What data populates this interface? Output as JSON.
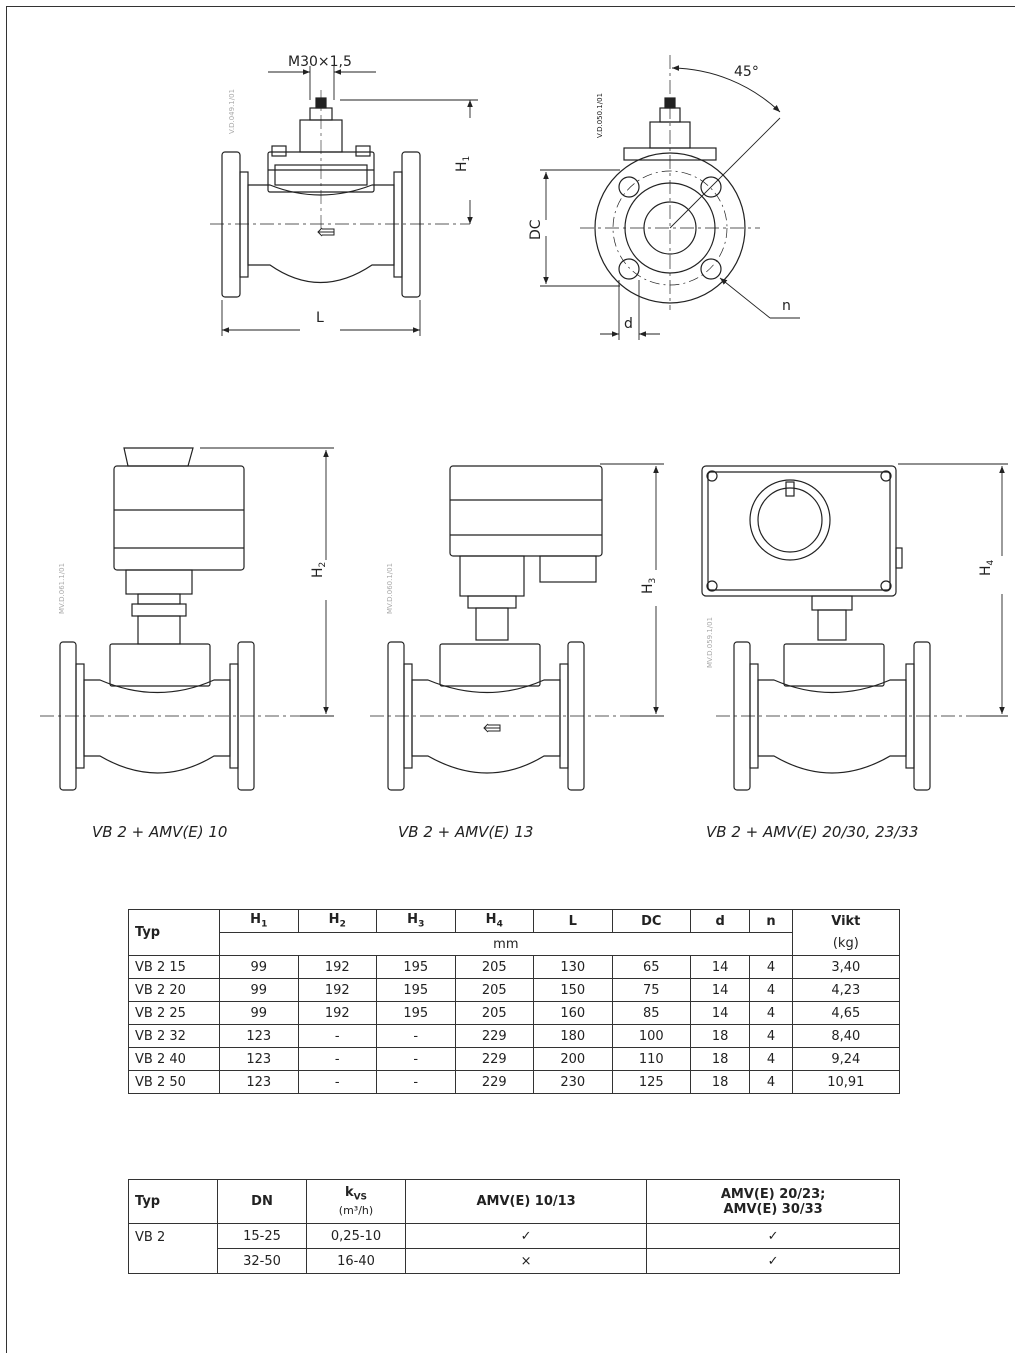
{
  "drawing": {
    "labels": {
      "m30": "M30×1,5",
      "h1": "H",
      "h1_sub": "1",
      "l": "L",
      "angle": "45°",
      "dc": "DC",
      "n": "n",
      "d": "d",
      "h2": "H",
      "h2_sub": "2",
      "h3": "H",
      "h3_sub": "3",
      "h4": "H",
      "h4_sub": "4"
    },
    "codes": {
      "front": "V.D.049.1/01",
      "side": "V.D.050.1/01",
      "amv10": "MV.D.061.1/01",
      "amv13": "MV.D.060.1/01",
      "amv20": "MV.D.059.1/01"
    },
    "captions": {
      "amv10": "VB 2 + AMV(E) 10",
      "amv13": "VB 2 + AMV(E) 13",
      "amv20": "VB 2 + AMV(E) 20/30, 23/33"
    }
  },
  "dimensions_table": {
    "typ_header": "Typ",
    "columns": [
      {
        "main": "H",
        "sub": "1"
      },
      {
        "main": "H",
        "sub": "2"
      },
      {
        "main": "H",
        "sub": "3"
      },
      {
        "main": "H",
        "sub": "4"
      },
      {
        "main": "L",
        "sub": ""
      },
      {
        "main": "DC",
        "sub": ""
      },
      {
        "main": "d",
        "sub": ""
      },
      {
        "main": "n",
        "sub": ""
      }
    ],
    "unit_mm": "mm",
    "weight_header": "Vikt",
    "weight_unit": "(kg)",
    "rows": [
      {
        "typ": "VB 2 15",
        "h1": "99",
        "h2": "192",
        "h3": "195",
        "h4": "205",
        "l": "130",
        "dc": "65",
        "d": "14",
        "n": "4",
        "vikt": "3,40"
      },
      {
        "typ": "VB 2 20",
        "h1": "99",
        "h2": "192",
        "h3": "195",
        "h4": "205",
        "l": "150",
        "dc": "75",
        "d": "14",
        "n": "4",
        "vikt": "4,23"
      },
      {
        "typ": "VB 2 25",
        "h1": "99",
        "h2": "192",
        "h3": "195",
        "h4": "205",
        "l": "160",
        "dc": "85",
        "d": "14",
        "n": "4",
        "vikt": "4,65"
      },
      {
        "typ": "VB 2 32",
        "h1": "123",
        "h2": "-",
        "h3": "-",
        "h4": "229",
        "l": "180",
        "dc": "100",
        "d": "18",
        "n": "4",
        "vikt": "8,40"
      },
      {
        "typ": "VB 2 40",
        "h1": "123",
        "h2": "-",
        "h3": "-",
        "h4": "229",
        "l": "200",
        "dc": "110",
        "d": "18",
        "n": "4",
        "vikt": "9,24"
      },
      {
        "typ": "VB 2 50",
        "h1": "123",
        "h2": "-",
        "h3": "-",
        "h4": "229",
        "l": "230",
        "dc": "125",
        "d": "18",
        "n": "4",
        "vikt": "10,91"
      }
    ]
  },
  "compat_table": {
    "typ_header": "Typ",
    "dn_header": "DN",
    "kvs_main": "k",
    "kvs_sub": "VS",
    "kvs_unit": "(m³/h)",
    "amv1013_header": "AMV(E) 10/13",
    "amv2023_header_line1": "AMV(E) 20/23;",
    "amv2023_header_line2": "AMV(E) 30/33",
    "typ_value": "VB 2",
    "rows": [
      {
        "dn": "15-25",
        "kvs": "0,25-10",
        "amv1013": "✓",
        "amv2023": "✓"
      },
      {
        "dn": "32-50",
        "kvs": "16-40",
        "amv1013": "×",
        "amv2023": "✓"
      }
    ]
  }
}
